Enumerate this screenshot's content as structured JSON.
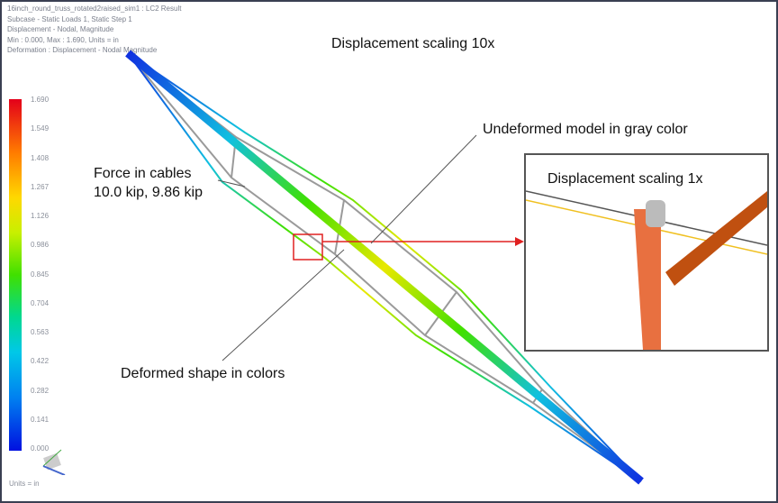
{
  "header": {
    "lines": [
      "16inch_round_truss_rotated2raised_sim1 : LC2 Result",
      "Subcase - Static Loads 1, Static Step 1",
      "Displacement - Nodal, Magnitude",
      "Min : 0.000, Max : 1.690, Units = in",
      "Deformation : Displacement - Nodal Magnitude"
    ]
  },
  "legend": {
    "ticks": [
      "1.690",
      "1.549",
      "1.408",
      "1.267",
      "1.126",
      "0.986",
      "0.845",
      "0.704",
      "0.563",
      "0.422",
      "0.282",
      "0.141",
      "0.000"
    ],
    "units": "Units = in",
    "colors": [
      "#e3001a",
      "#ff7a00",
      "#ffd800",
      "#40e000",
      "#00c8e8",
      "#0010e0"
    ]
  },
  "annotations": {
    "scaling_main": "Displacement scaling 10x",
    "undeformed": "Undeformed model in gray color",
    "force_line1": "Force in cables",
    "force_line2": "10.0 kip, 9.86 kip",
    "deformed": "Deformed shape in colors",
    "scaling_inset": "Displacement scaling 1x"
  },
  "colors": {
    "callout": "#e02020",
    "undeformed": "#a0a0a0"
  }
}
